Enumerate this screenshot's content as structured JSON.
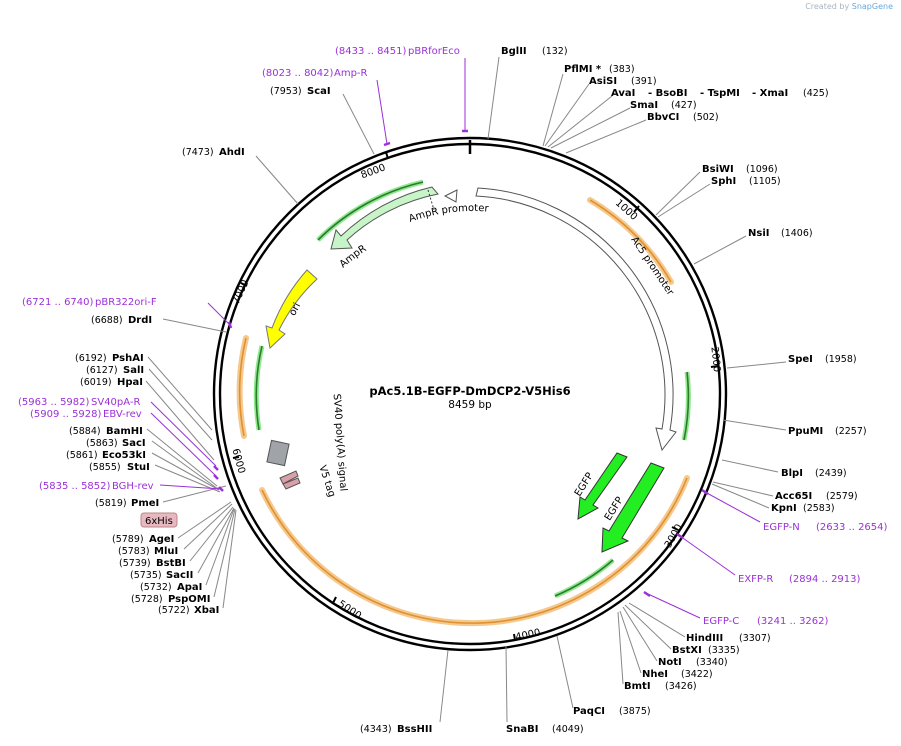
{
  "credit": {
    "prefix": "Created by",
    "brand": "SnapGene"
  },
  "plasmid": {
    "name": "pAc5.1B-EGFP-DmDCP2-V5His6",
    "length_label": "8459 bp",
    "length": 8459
  },
  "colors": {
    "primer": "#9b30d9",
    "orf_fill": "#f5c98e",
    "orf_line": "#e0902e",
    "backbone": "#000000",
    "egfp": "#22ee22",
    "ampr": "#c8f5c8",
    "ori": "#ffff00",
    "sv40": "#a0a4a8",
    "v5": "#d9a0a8"
  },
  "ticks": [
    {
      "pos": 1000,
      "label": "1000"
    },
    {
      "pos": 2000,
      "label": "2000"
    },
    {
      "pos": 3000,
      "label": "3000"
    },
    {
      "pos": 4000,
      "label": "4000"
    },
    {
      "pos": 5000,
      "label": "5000"
    },
    {
      "pos": 6000,
      "label": "6000"
    },
    {
      "pos": 7000,
      "label": "7000"
    },
    {
      "pos": 8000,
      "label": "8000"
    }
  ],
  "sites": [
    {
      "name": "BglII",
      "pos": "(132)"
    },
    {
      "name": "PflMI *",
      "pos": "(383)"
    },
    {
      "name": "AsiSI",
      "pos": "(391)"
    },
    {
      "name": "AvaI",
      "name2": "- BsoBI",
      "name3": "- TspMI",
      "name4": "- XmaI",
      "pos": "(425)"
    },
    {
      "name": "SmaI",
      "pos": "(427)"
    },
    {
      "name": "BbvCI",
      "pos": "(502)"
    },
    {
      "name": "BsiWI",
      "pos": "(1096)"
    },
    {
      "name": "SphI",
      "pos": "(1105)"
    },
    {
      "name": "NsiI",
      "pos": "(1406)"
    },
    {
      "name": "SpeI",
      "pos": "(1958)"
    },
    {
      "name": "PpuMI",
      "pos": "(2257)"
    },
    {
      "name": "BlpI",
      "pos": "(2439)"
    },
    {
      "name": "Acc65I",
      "pos": "(2579)"
    },
    {
      "name": "KpnI",
      "pos": "(2583)"
    },
    {
      "name": "HindIII",
      "pos": "(3307)"
    },
    {
      "name": "BstXI",
      "pos": "(3335)"
    },
    {
      "name": "NotI",
      "pos": "(3340)"
    },
    {
      "name": "NheI",
      "pos": "(3422)"
    },
    {
      "name": "BmtI",
      "pos": "(3426)"
    },
    {
      "name": "PaqCI",
      "pos": "(3875)"
    },
    {
      "name": "SnaBI",
      "pos": "(4049)"
    },
    {
      "name": "BssHII",
      "pos": "(4343)"
    },
    {
      "name": "XbaI",
      "pos": "(5722)"
    },
    {
      "name": "PspOMI",
      "pos": "(5728)"
    },
    {
      "name": "ApaI",
      "pos": "(5732)"
    },
    {
      "name": "SacII",
      "pos": "(5735)"
    },
    {
      "name": "BstBI",
      "pos": "(5739)"
    },
    {
      "name": "MluI",
      "pos": "(5783)"
    },
    {
      "name": "AgeI",
      "pos": "(5789)"
    },
    {
      "name": "PmeI",
      "pos": "(5819)"
    },
    {
      "name": "StuI",
      "pos": "(5855)"
    },
    {
      "name": "Eco53kI",
      "pos": "(5861)"
    },
    {
      "name": "SacI",
      "pos": "(5863)"
    },
    {
      "name": "BamHI",
      "pos": "(5884)"
    },
    {
      "name": "HpaI",
      "pos": "(6019)"
    },
    {
      "name": "SalI",
      "pos": "(6127)"
    },
    {
      "name": "PshAI",
      "pos": "(6192)"
    },
    {
      "name": "DrdI",
      "pos": "(6688)"
    },
    {
      "name": "AhdI",
      "pos": "(7473)"
    },
    {
      "name": "ScaI",
      "pos": "(7953)"
    }
  ],
  "primers": [
    {
      "name": "pBRforEco",
      "range": "(8433 .. 8451)"
    },
    {
      "name": "Amp-R",
      "range": "(8023 .. 8042)"
    },
    {
      "name": "pBR322ori-F",
      "range": "(6721 .. 6740)"
    },
    {
      "name": "SV40pA-R",
      "range": "(5963 .. 5982)"
    },
    {
      "name": "EBV-rev",
      "range": "(5909 .. 5928)"
    },
    {
      "name": "BGH-rev",
      "range": "(5835 .. 5852)"
    },
    {
      "name": "EGFP-N",
      "range": "(2633 .. 2654)"
    },
    {
      "name": "EXFP-R",
      "range": "(2894 .. 2913)"
    },
    {
      "name": "EGFP-C",
      "range": "(3241 .. 3262)"
    }
  ],
  "features": {
    "ampr_promoter": "AmpR promoter",
    "ampr": "AmpR",
    "ac5_promoter": "Ac5 promoter",
    "ori": "ori",
    "sv40": "SV40 poly(A) signal",
    "v5": "V5 tag",
    "his": "6xHis",
    "egfp1": "EGFP",
    "egfp2": "EGFP"
  }
}
